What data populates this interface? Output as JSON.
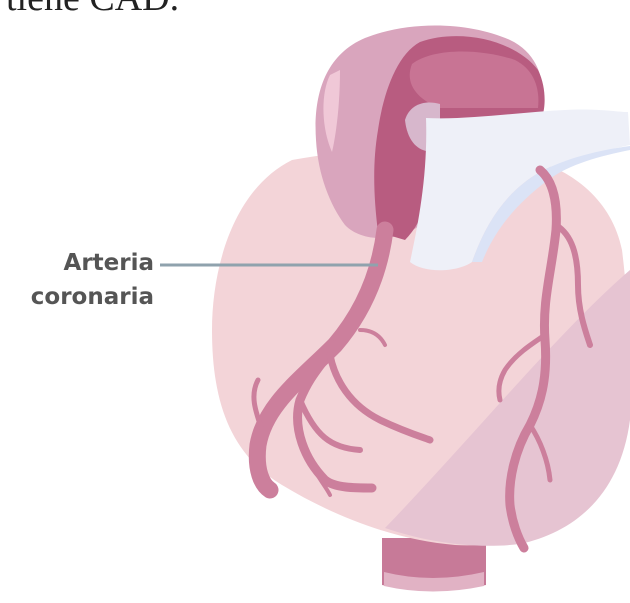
{
  "heading": "tiene CAD.",
  "callout": {
    "line1": "Arteria",
    "line2": "coronaria"
  },
  "colors": {
    "heart_body": "#f3d4d8",
    "heart_shadow": "#e6c4d2",
    "aorta": "#d9a5bd",
    "aorta_dark": "#b85c80",
    "vessel": "#cc7f9c",
    "pulmonary": "#eef0f8",
    "leader_line": "#8fa2ad"
  },
  "icons": [
    "heart-illustration"
  ]
}
